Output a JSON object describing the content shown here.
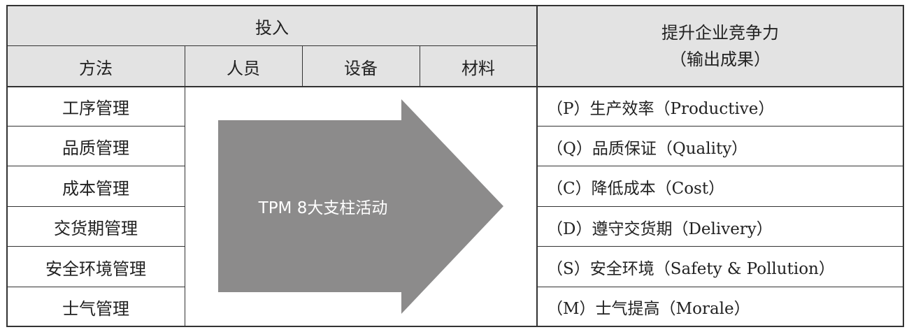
{
  "header": {
    "input": "投入",
    "output_line1": "提升企业竞争力",
    "output_line2": "（输出成果）",
    "method": "方法",
    "people": "人员",
    "equipment": "设备",
    "material": "材料"
  },
  "methods": [
    "工序管理",
    "品质管理",
    "成本管理",
    "交货期管理",
    "安全环境管理",
    "士气管理"
  ],
  "arrow": {
    "label": "TPM 8大支柱活动",
    "color": "#8c8b8b"
  },
  "outcomes": [
    "（P）生产效率（Productive）",
    "（Q）品质保证（Quality）",
    "（C）降低成本（Cost）",
    "（D）遵守交货期（Delivery）",
    "（S）安全环境（Safety & Pollution）",
    "（M）士气提高（Morale）"
  ]
}
